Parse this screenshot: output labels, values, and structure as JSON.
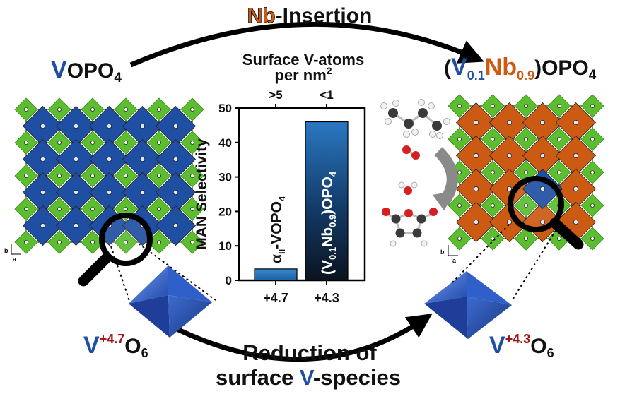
{
  "top_arrow": {
    "prefix": "Nb",
    "suffix": "-Insertion"
  },
  "bottom_arrow": {
    "line1": "Reduction of",
    "line2_a": "surface ",
    "line2_b": "V",
    "line2_c": "-species"
  },
  "left_material": {
    "v": "V",
    "rest": "OPO",
    "sub": "4"
  },
  "right_material": {
    "open": "(",
    "v": "V",
    "v_sub": "0.1",
    "nb": "Nb",
    "nb_sub": "0.9",
    "close": ")OPO",
    "sub": "4"
  },
  "left_octa": {
    "v": "V",
    "sup": "+4.7",
    "o": "O",
    "sub": "6"
  },
  "right_octa": {
    "v": "V",
    "sup": "+4.3",
    "o": "O",
    "sub": "6"
  },
  "axes": {
    "b": "b",
    "a": "a"
  },
  "colors": {
    "vanadium": "#1f4fa3",
    "niobium": "#cc5a12",
    "phosphate": "#5bbd2f",
    "ox_state": "#a01818",
    "bar_top": "#2a78c2",
    "bar_bottom": "#0b1420"
  },
  "chart_data": {
    "type": "bar",
    "title_line1": "Surface V-atoms",
    "title_line2": "per nm",
    "title_sup": "2",
    "top_ticks": [
      ">5",
      "<1"
    ],
    "ylabel": "MAN Selectivity",
    "ylim": [
      0,
      50
    ],
    "yticks": [
      0,
      10,
      20,
      30,
      40,
      50
    ],
    "categories": [
      "+4.7",
      "+4.3"
    ],
    "values": [
      3.3,
      46
    ],
    "bar_labels": [
      {
        "a": "α",
        "a_sub": "II",
        "b": "-VOPO",
        "b_sub": "4"
      },
      {
        "a": "(V",
        "a_sub": "0.1",
        "b": "Nb",
        "b_sub": "0.9",
        "c": ")OPO",
        "c_sub": "4"
      }
    ]
  }
}
